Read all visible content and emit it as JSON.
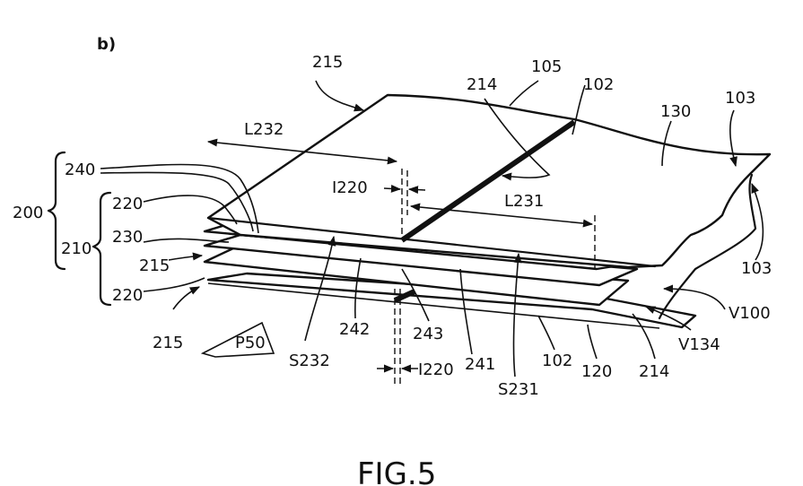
{
  "panel_label": "b)",
  "figure_caption": "FIG.5",
  "labels": {
    "l200": "200",
    "l210": "210",
    "l240": "240",
    "l220_top": "220",
    "l230": "230",
    "l215_mid": "215",
    "l220_bot": "220",
    "l215_left": "215",
    "l215_top": "215",
    "lL232": "L232",
    "lI220_top": "I220",
    "l214_top": "214",
    "l105": "105",
    "l102_top": "102",
    "l130": "130",
    "l103_top": "103",
    "lL231": "L231",
    "l103_right": "103",
    "lV100": "V100",
    "lV134": "V134",
    "l214_bot": "214",
    "l120": "120",
    "l102_bot": "102",
    "lS231": "S231",
    "l241": "241",
    "l243": "243",
    "l242": "242",
    "lS232": "S232",
    "lI220_bot": "I220",
    "lP50": "P50"
  }
}
